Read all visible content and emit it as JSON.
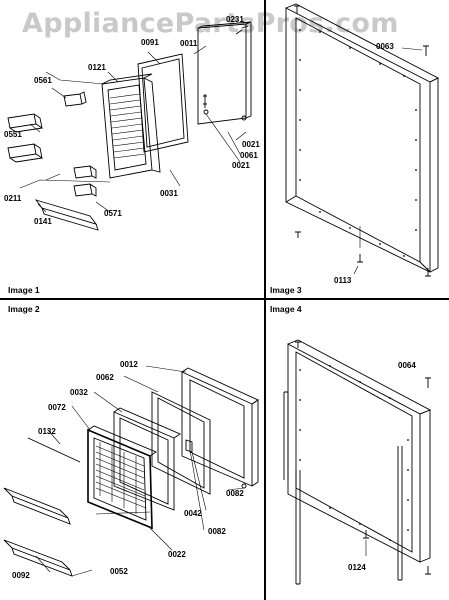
{
  "watermark": "AppliancePartsPros.com",
  "panels": {
    "image1": "Image 1",
    "image2": "Image 2",
    "image3": "Image 3",
    "image4": "Image 4"
  },
  "parts": {
    "p0231": "0231",
    "p0091": "0091",
    "p0011": "0011",
    "p0121": "0121",
    "p0561": "0561",
    "p0551": "0551",
    "p0021a": "0021",
    "p0061": "0061",
    "p0021b": "0021",
    "p0031": "0031",
    "p0211": "0211",
    "p0571": "0571",
    "p0141": "0141",
    "p0063": "0063",
    "p0113": "0113",
    "p0012": "0012",
    "p0062": "0062",
    "p0032": "0032",
    "p0072": "0072",
    "p0132": "0132",
    "p0082a": "0082",
    "p0042": "0042",
    "p0082b": "0082",
    "p0022": "0022",
    "p0092": "0092",
    "p0052": "0052",
    "p0064": "0064",
    "p0124": "0124"
  }
}
